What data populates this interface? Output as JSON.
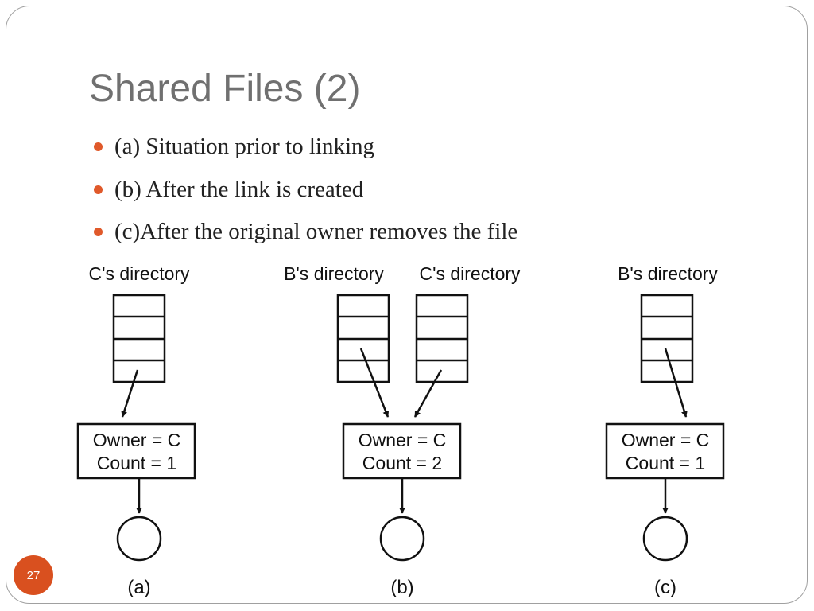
{
  "slide": {
    "title": "Shared Files (2)",
    "bullets": [
      "(a) Situation prior to linking",
      "(b) After the link is created",
      "(c)After the original owner removes the file"
    ],
    "page_number": "27",
    "accent_color": "#d9501f"
  },
  "diagram": {
    "a": {
      "directory_label": "C's directory",
      "owner": "Owner = C",
      "count": "Count = 1",
      "caption": "(a)"
    },
    "b": {
      "directory_label_1": "B's directory",
      "directory_label_2": "C's directory",
      "owner": "Owner = C",
      "count": "Count = 2",
      "caption": "(b)"
    },
    "c": {
      "directory_label": "B's directory",
      "owner": "Owner = C",
      "count": "Count = 1",
      "caption": "(c)"
    }
  }
}
